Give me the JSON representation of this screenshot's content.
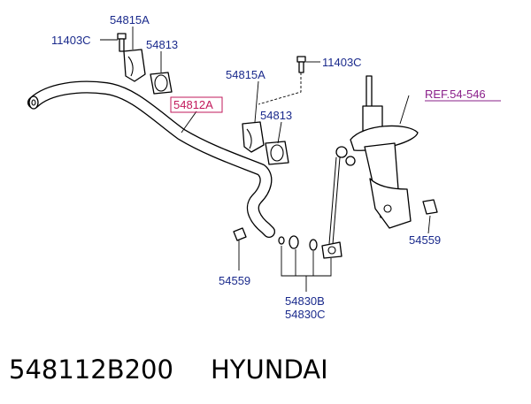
{
  "labels": {
    "bolt_top_left": "11403C",
    "bushing_bracket_left": "54815A",
    "bushing_left": "54813",
    "bolt_top_right": "11403C",
    "bushing_bracket_right": "54815A",
    "stabilizer_bar": "54812A",
    "bushing_right": "54813",
    "strut_ref": "REF.54-546",
    "nut_right": "54559",
    "nut_bottom": "54559",
    "link_b": "54830B",
    "link_c": "54830C"
  },
  "caption": {
    "part_number": "548112B200",
    "brand": "HYUNDAI"
  },
  "colors": {
    "label": "#1a2a8c",
    "ref_label": "#8a1f8a",
    "highlight": "#c2185b"
  }
}
